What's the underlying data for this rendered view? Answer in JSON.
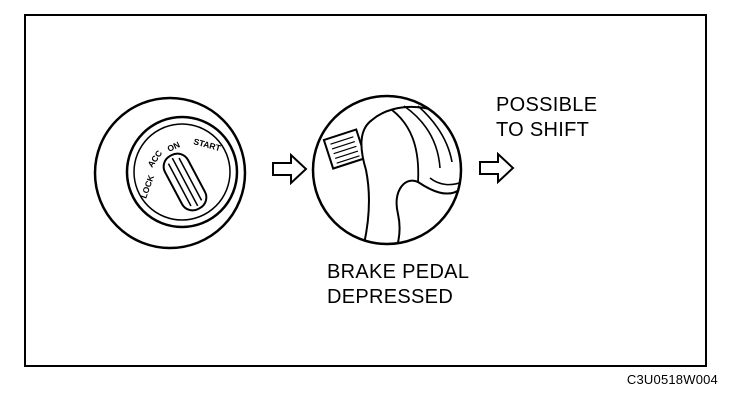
{
  "figure_code": "C3U0518W004",
  "ignition_labels": {
    "lock": "LOCK",
    "acc": "ACC",
    "on": "ON",
    "start": "START"
  },
  "brake_label": [
    "BRAKE PEDAL",
    "DEPRESSED"
  ],
  "result_label": [
    "POSSIBLE",
    "TO SHIFT"
  ],
  "colors": {
    "line": "#000000",
    "background": "#ffffff"
  }
}
